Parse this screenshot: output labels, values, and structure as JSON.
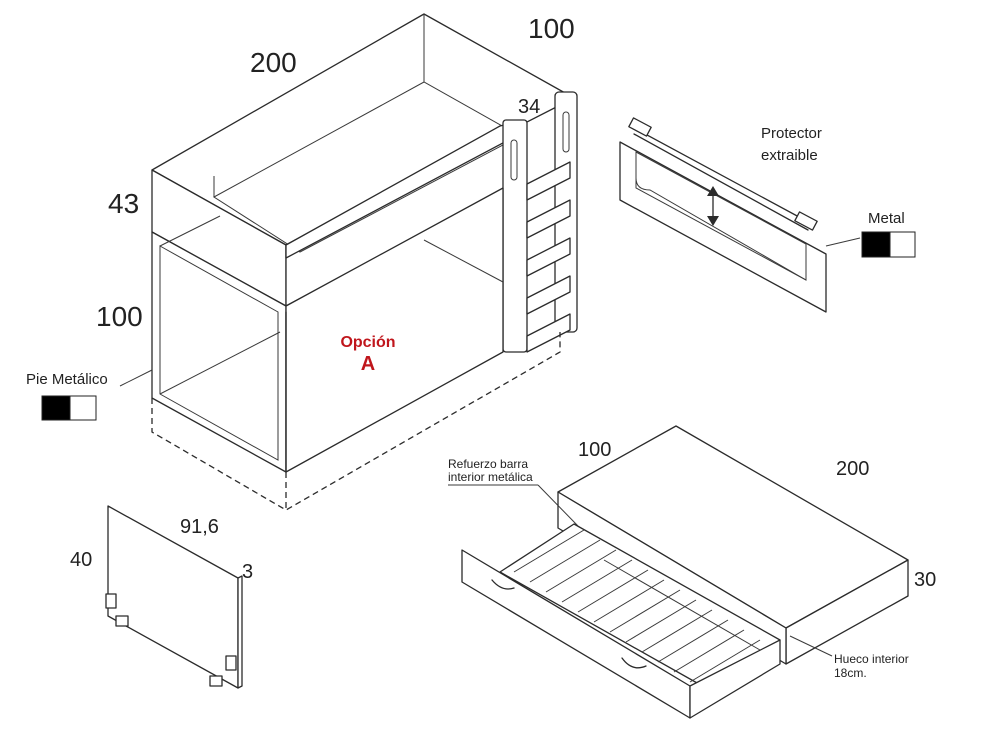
{
  "colors": {
    "accent": "#c0161c",
    "line": "#2b2b2b",
    "swatch_dark": "#000000",
    "swatch_light": "#ffffff"
  },
  "bed": {
    "width_label": "200",
    "depth_label": "100",
    "upper_height_label": "43",
    "lower_height_label": "100",
    "ladder_width_label": "34",
    "option_title": "Opción",
    "option_letter": "A",
    "leg_label": "Pie Metálico"
  },
  "protector": {
    "title_line1": "Protector",
    "title_line2": "extraible",
    "metal_label": "Metal"
  },
  "panel": {
    "width_label": "91,6",
    "height_label": "40",
    "thickness_label": "3"
  },
  "drawer_bed": {
    "depth_label": "100",
    "length_label": "200",
    "height_label": "30",
    "reinforcement_line1": "Refuerzo barra",
    "reinforcement_line2": "interior metálica",
    "hollow_line1": "Hueco interior",
    "hollow_line2": "18cm."
  },
  "icons": [
    "swatch-icon",
    "double-arrow-icon"
  ]
}
